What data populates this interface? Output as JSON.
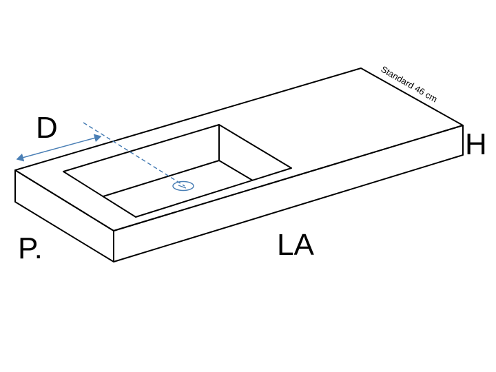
{
  "labels": {
    "depth_offset": "D",
    "height": "H",
    "width": "LA",
    "depth": "P.",
    "standard_depth": "Standard 46 cm"
  },
  "colors": {
    "outline": "#000000",
    "dimension": "#4a7fb5",
    "background": "#ffffff"
  }
}
